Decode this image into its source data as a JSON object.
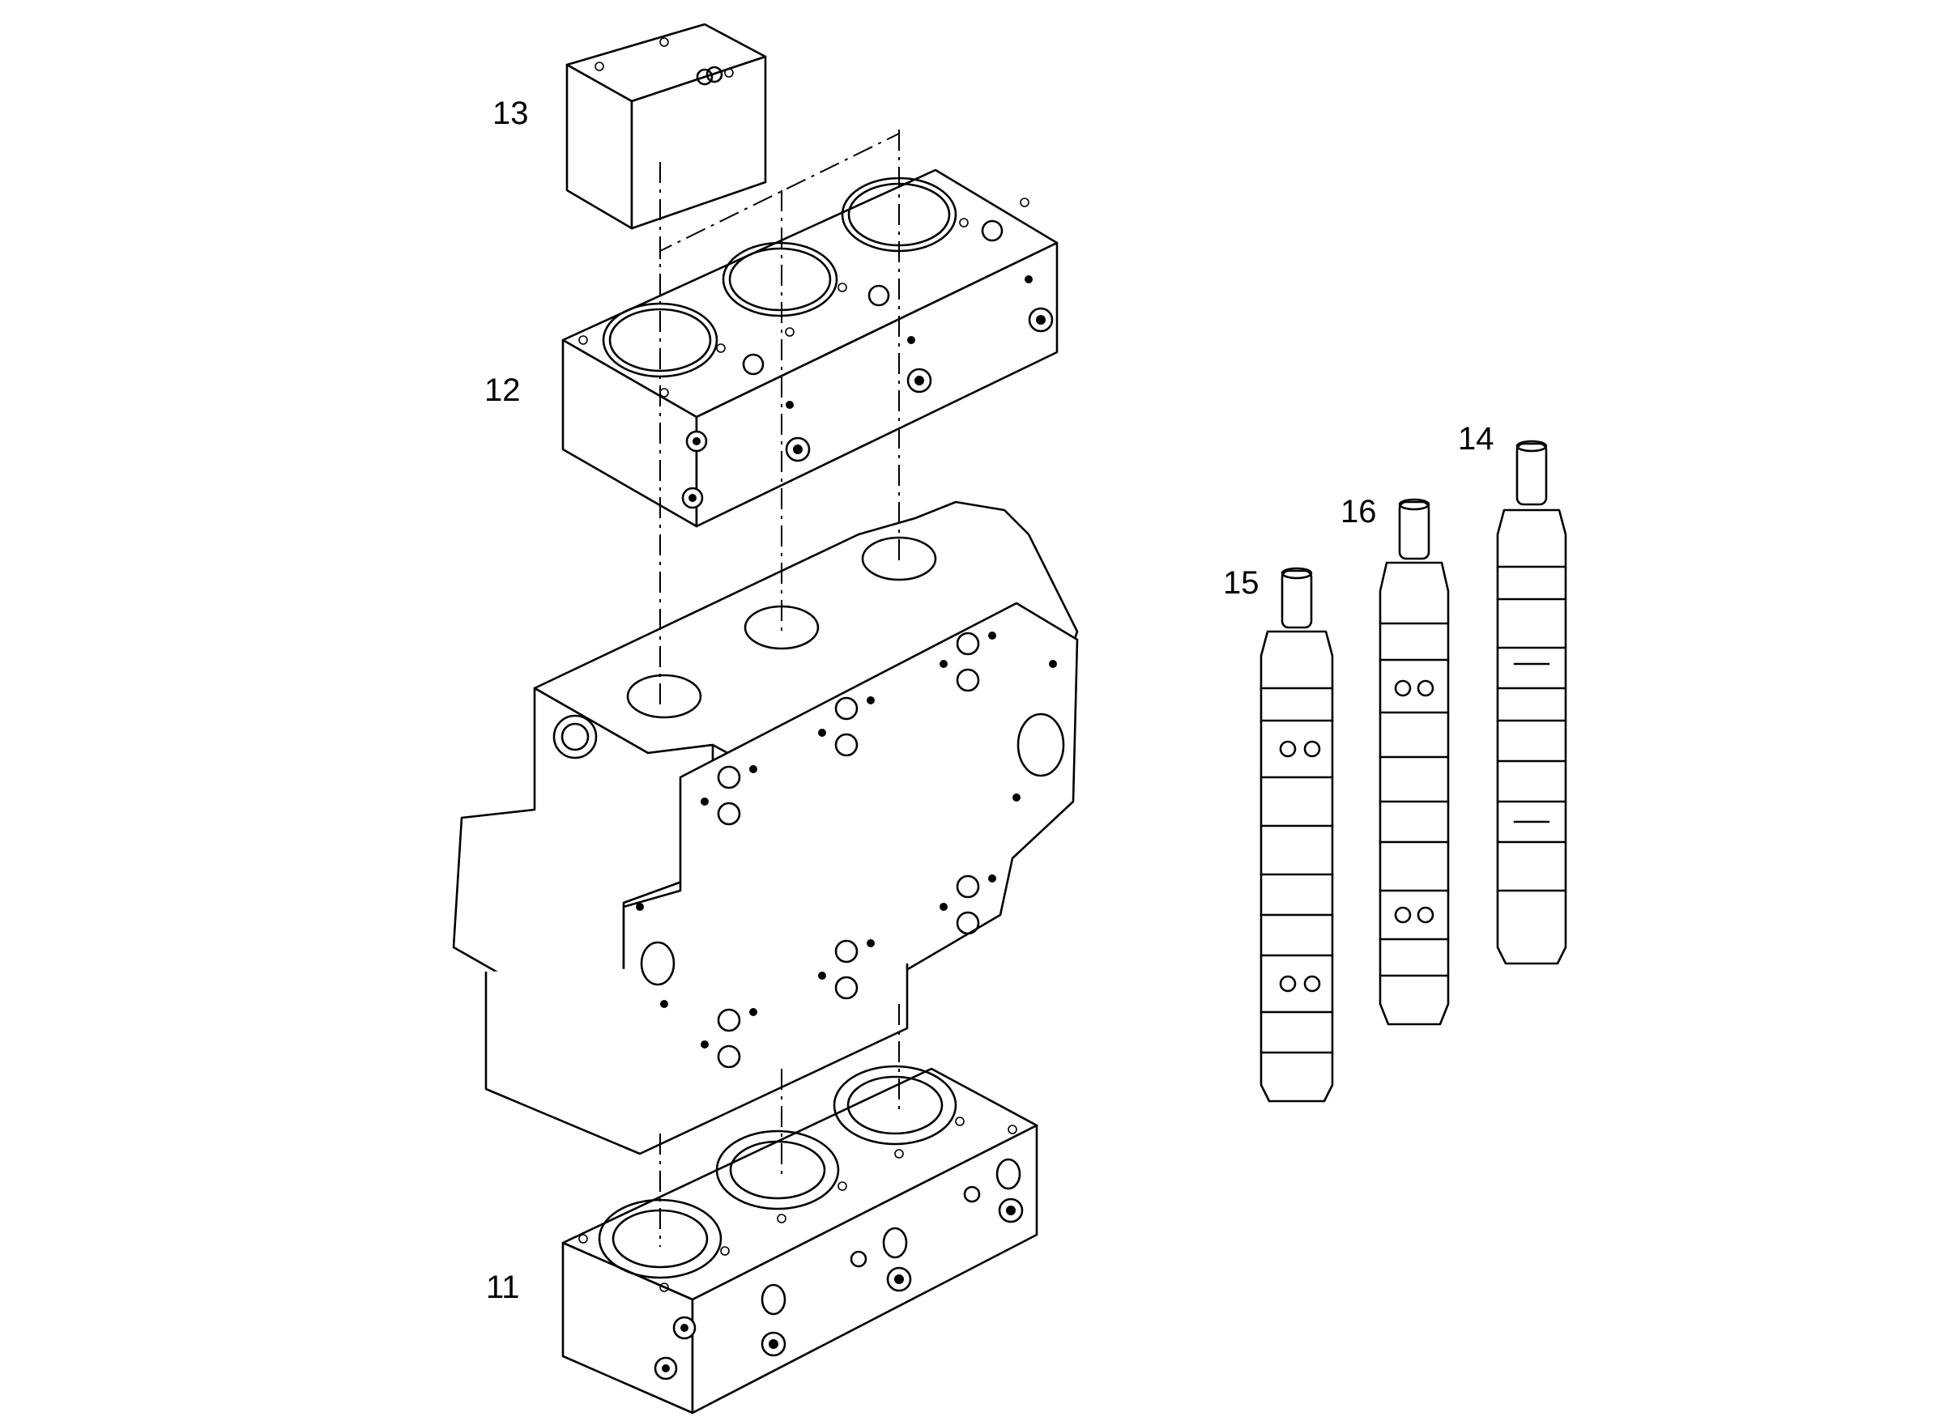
{
  "labels": {
    "part_11": "11",
    "part_12": "12",
    "part_13": "13",
    "part_14": "14",
    "part_15": "15",
    "part_16": "16"
  },
  "colors": {
    "line": "#000000",
    "background": "#ffffff"
  }
}
